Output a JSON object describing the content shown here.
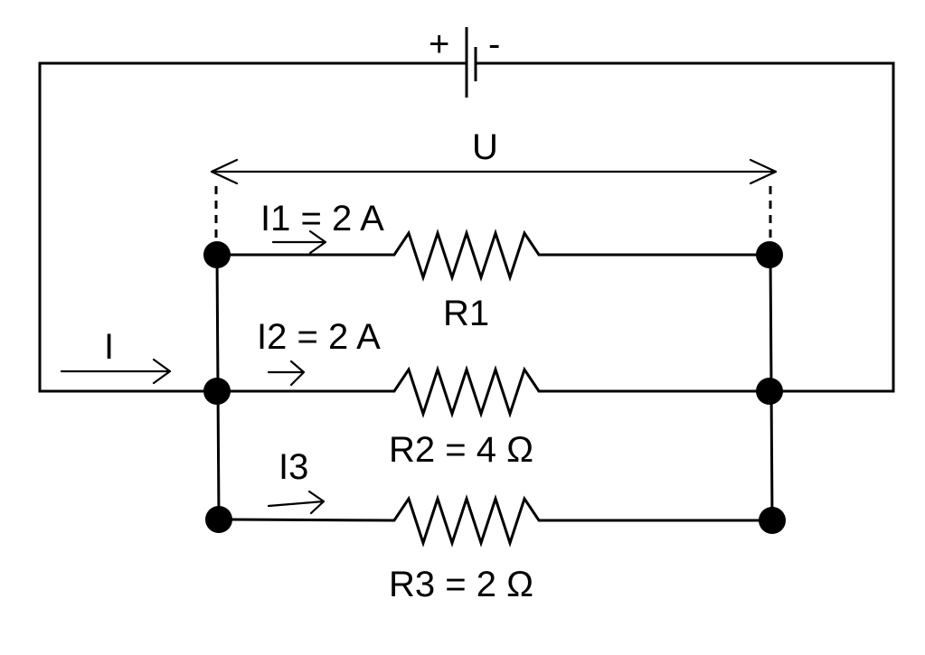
{
  "battery": {
    "plus": "+",
    "minus": "-"
  },
  "voltage": {
    "label": "U"
  },
  "total_current": {
    "label": "I"
  },
  "branches": [
    {
      "current_label": "I1 = 2 A",
      "resistor_label": "R1"
    },
    {
      "current_label": "I2 = 2 A",
      "resistor_label": "R2 = 4 Ω"
    },
    {
      "current_label": "I3",
      "resistor_label": "R3 = 2 Ω"
    }
  ],
  "colors": {
    "ink": "#000000",
    "background": "#ffffff"
  }
}
